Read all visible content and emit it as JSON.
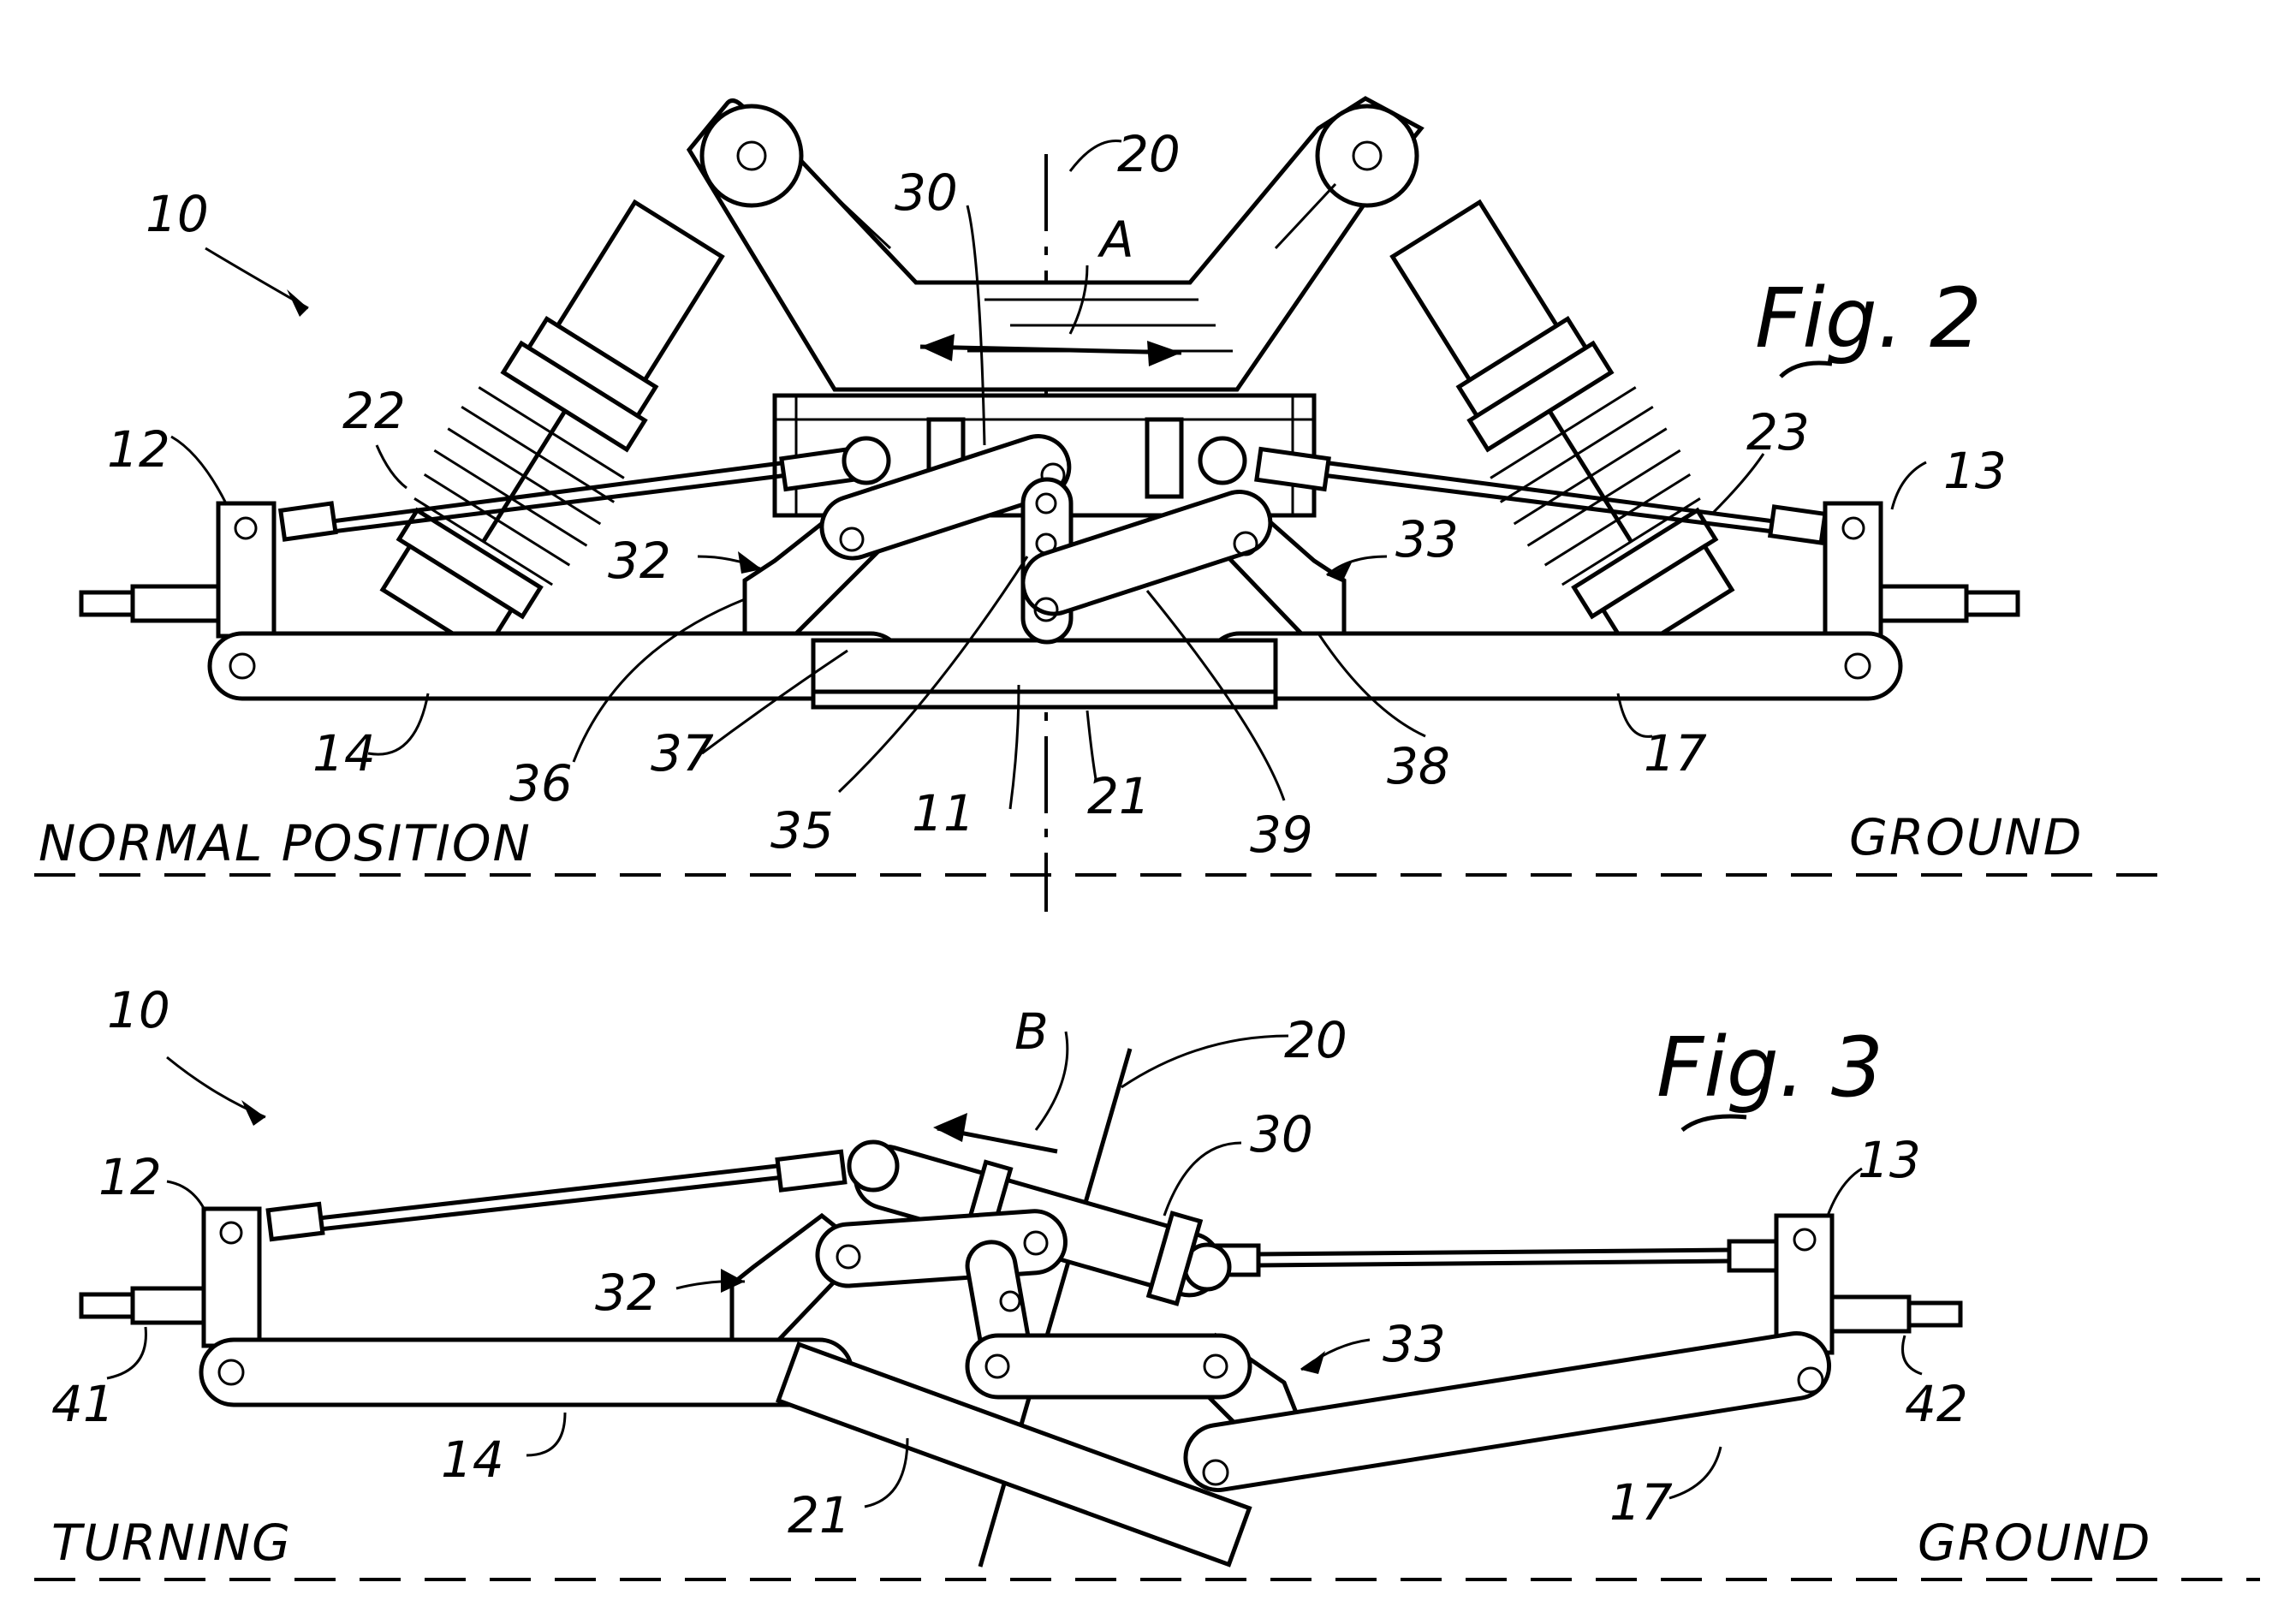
{
  "fig2": {
    "title": "Fig. 2",
    "caption_left": "NORMAL POSITION",
    "caption_right": "GROUND",
    "labels": {
      "l10": "10",
      "l20": "20",
      "l30": "30",
      "lA": "A",
      "l22": "22",
      "l23": "23",
      "l12": "12",
      "l13": "13",
      "l32": "32",
      "l33": "33",
      "l14": "14",
      "l17": "17",
      "l36": "36",
      "l37": "37",
      "l35": "35",
      "l11": "11",
      "l21": "21",
      "l39": "39",
      "l38": "38"
    }
  },
  "fig3": {
    "title": "Fig. 3",
    "caption_left": "TURNING",
    "caption_right": "GROUND",
    "labels": {
      "l10": "10",
      "lB": "B",
      "l20": "20",
      "l30": "30",
      "l12": "12",
      "l13": "13",
      "l32": "32",
      "l33": "33",
      "l41": "41",
      "l42": "42",
      "l14": "14",
      "l21": "21",
      "l17": "17"
    }
  }
}
